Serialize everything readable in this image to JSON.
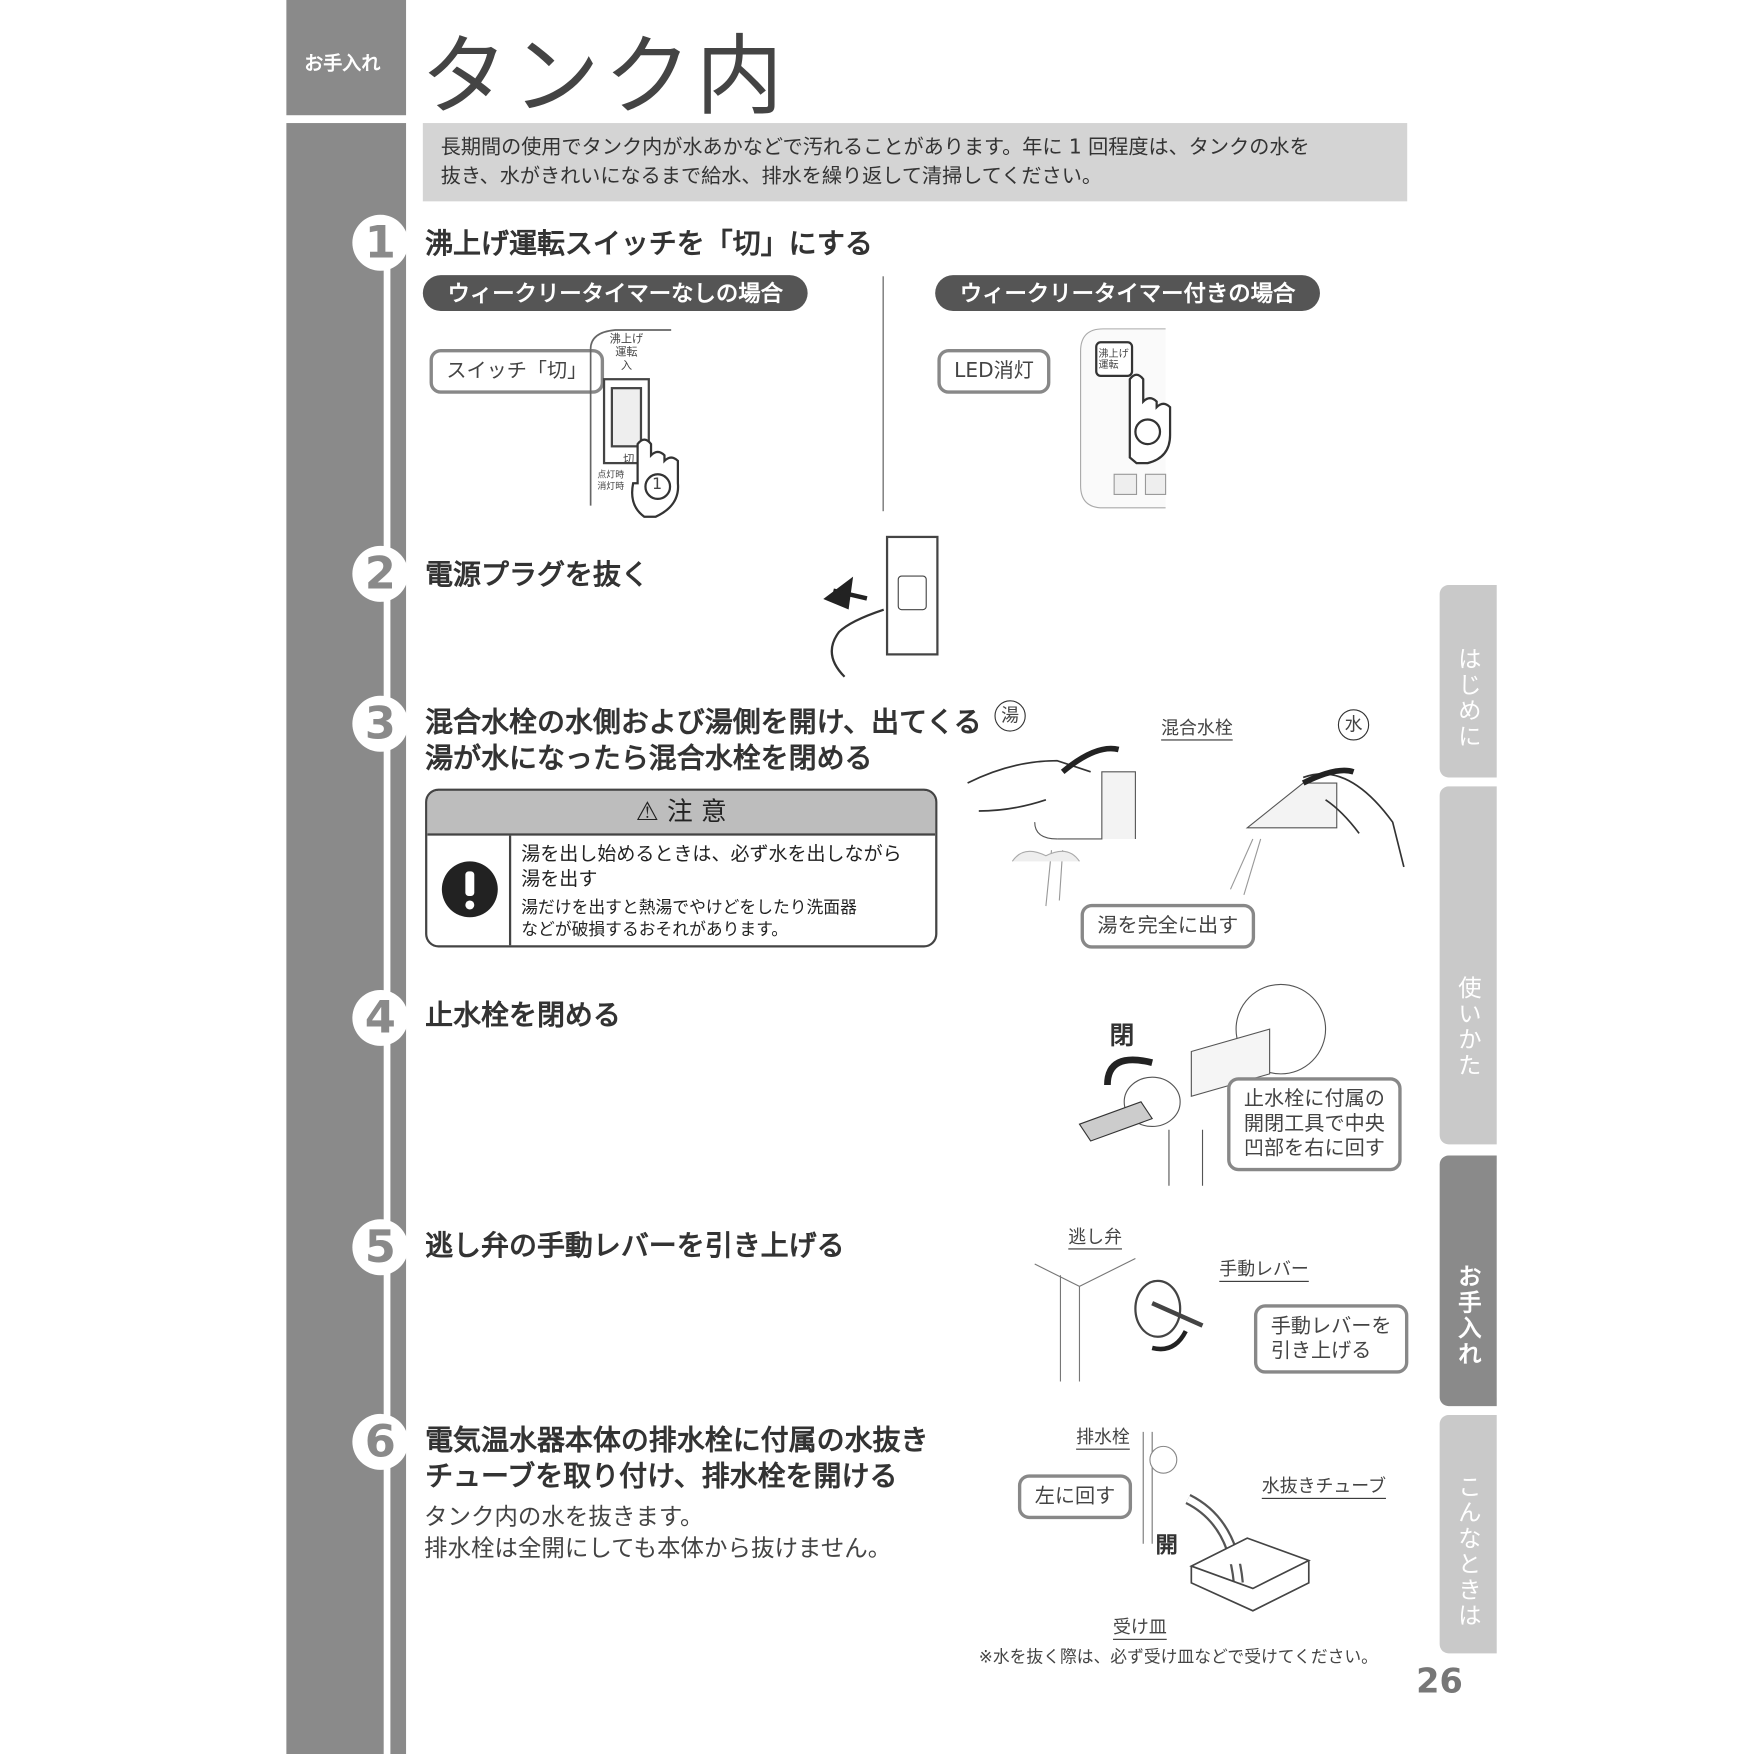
{
  "section_label": "お手入れ",
  "title": "タンク内",
  "intro": [
    "長期間の使用でタンク内が水あかなどで汚れることがあります。年に 1 回程度は、タンクの水を",
    "抜き、水がきれいになるまで給水、排水を繰り返して清掃してください。"
  ],
  "steps": [
    {
      "num": "1",
      "text": [
        "沸上げ運転スイッチを「切」にする"
      ],
      "left_pill": "ウィークリータイマーなしの場合",
      "left_callout": "スイッチ「切」",
      "switch_labels": [
        "沸上げ",
        "運転",
        "入",
        "切",
        "点灯時",
        "消灯時"
      ],
      "right_pill": "ウィークリータイマー付きの場合",
      "right_callout": "LED消灯",
      "button_label": "沸上げ運転",
      "circle": "1"
    },
    {
      "num": "2",
      "text": [
        "電源プラグを抜く"
      ]
    },
    {
      "num": "3",
      "text": [
        "混合水栓の水側および湯側を開け、出てくる",
        "湯が水になったら混合水栓を閉める"
      ],
      "hot_mark": "湯",
      "cold_mark": "水",
      "faucet_label": "混合水栓",
      "callout": "湯を完全に出す"
    },
    {
      "num": "4",
      "text": [
        "止水栓を閉める"
      ],
      "close_label": "閉",
      "callout": [
        "止水栓に付属の",
        "開閉工具で中央",
        "凹部を右に回す"
      ]
    },
    {
      "num": "5",
      "text": [
        "逃し弁の手動レバーを引き上げる"
      ],
      "valve_label": "逃し弁",
      "lever_label": "手動レバー",
      "callout": [
        "手動レバーを",
        "引き上げる"
      ]
    },
    {
      "num": "6",
      "text": [
        "電気温水器本体の排水栓に付属の水抜き",
        "チューブを取り付け、排水栓を開ける"
      ],
      "sub": [
        "タンク内の水を抜きます。",
        "排水栓は全開にしても本体から抜けません。"
      ],
      "drain_label": "排水栓",
      "callout": "左に回す",
      "open_label": "開",
      "tube_label": "水抜きチューブ",
      "tray_label": "受け皿"
    }
  ],
  "caution": {
    "title": "注 意",
    "main": [
      "湯を出し始めるときは、必ず水を出しながら",
      "湯を出す"
    ],
    "detail": [
      "湯だけを出すと熱湯でやけどをしたり洗面器",
      "などが破損するおそれがあります。"
    ]
  },
  "footnote": "※水を抜く際は、必ず受け皿などで受けてください。",
  "tabs": [
    {
      "label": "はじめに",
      "active": false
    },
    {
      "label": "使いかた",
      "active": false
    },
    {
      "label": "お手入れ",
      "active": true
    },
    {
      "label": "こんなときは",
      "active": false
    }
  ],
  "page_number": "26",
  "colors": {
    "sidebar": "#8a8a8a",
    "intro_bg": "#d4d4d4",
    "pill": "#555555",
    "tab_inactive": "#c9c9c9"
  }
}
